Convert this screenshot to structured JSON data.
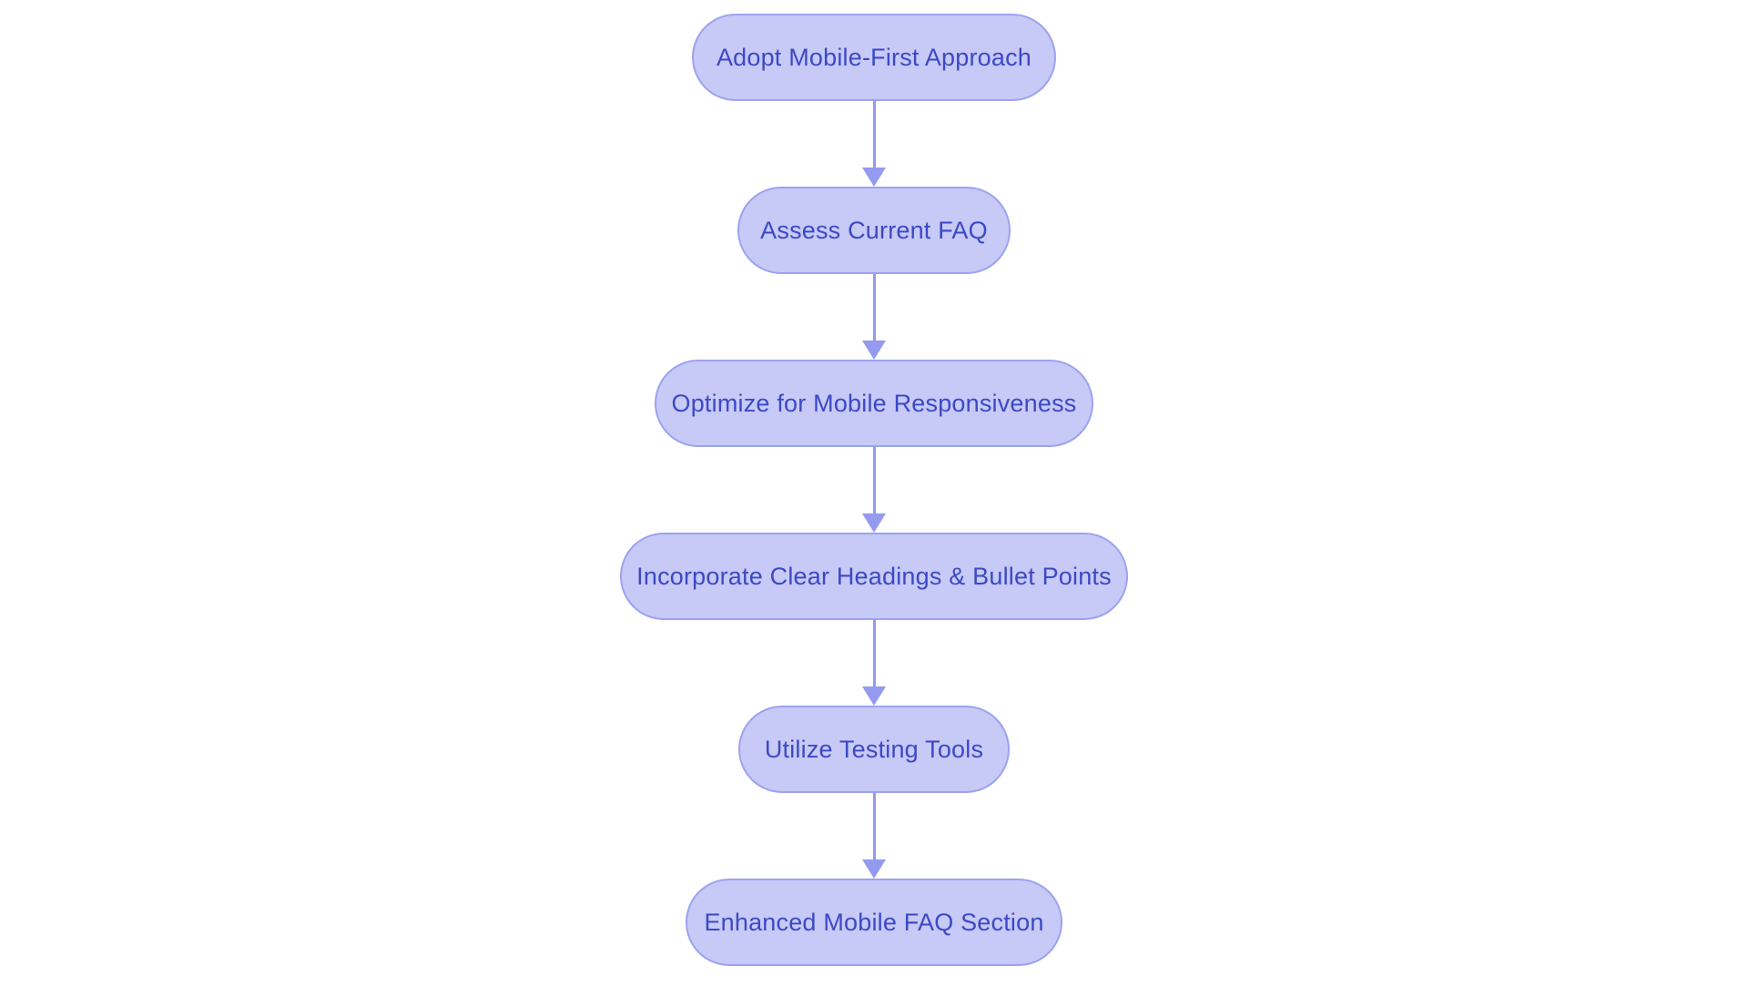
{
  "diagram": {
    "type": "flowchart",
    "direction": "top-down",
    "nodes": [
      {
        "id": "n1",
        "label": "Adopt Mobile-First Approach"
      },
      {
        "id": "n2",
        "label": "Assess Current FAQ"
      },
      {
        "id": "n3",
        "label": "Optimize for Mobile Responsiveness"
      },
      {
        "id": "n4",
        "label": "Incorporate Clear Headings & Bullet Points"
      },
      {
        "id": "n5",
        "label": "Utilize Testing Tools"
      },
      {
        "id": "n6",
        "label": "Enhanced Mobile FAQ Section"
      }
    ],
    "edges": [
      {
        "from": "n1",
        "to": "n2"
      },
      {
        "from": "n2",
        "to": "n3"
      },
      {
        "from": "n3",
        "to": "n4"
      },
      {
        "from": "n4",
        "to": "n5"
      },
      {
        "from": "n5",
        "to": "n6"
      }
    ]
  },
  "colors": {
    "node_fill": "#c7c9f6",
    "node_border": "#9ca3ef",
    "node_text": "#3c49c5",
    "arrow": "#939af0",
    "canvas_bg": "#ffffff"
  }
}
